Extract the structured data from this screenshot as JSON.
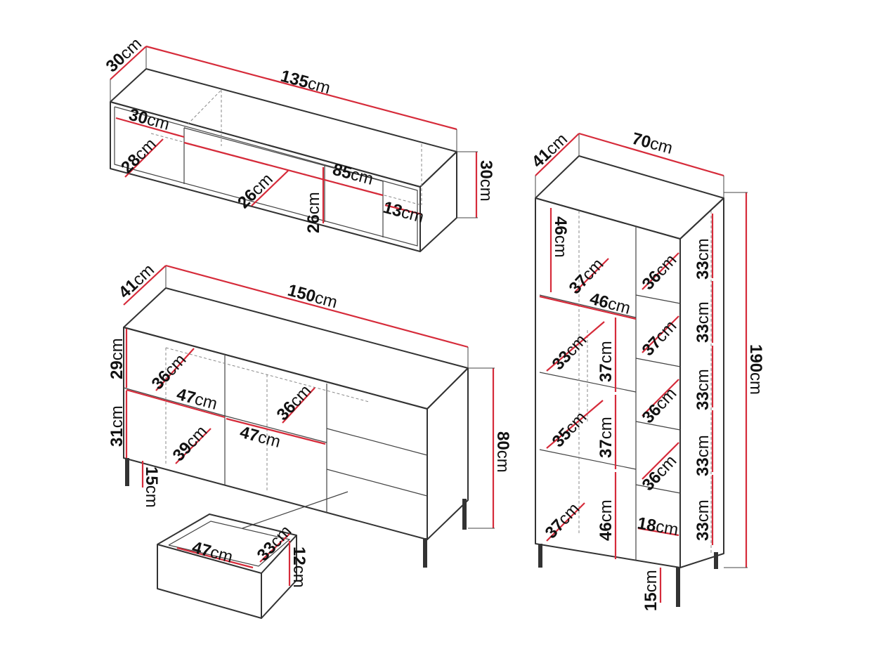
{
  "colors": {
    "dimension": "#d62b3a",
    "outline": "#333333",
    "hidden": "#888888"
  },
  "tv_stand": {
    "depth": "30",
    "width": "135",
    "height": "30",
    "left_niche_width": "30",
    "left_niche_depth": "28",
    "center_depth": "26",
    "center_height": "26",
    "right_width": "85",
    "right_depth": "13"
  },
  "sideboard": {
    "depth": "41",
    "width": "150",
    "height": "80",
    "leg_height": "15",
    "upper_height": "29",
    "lower_height": "31",
    "shelf1_depth": "36",
    "shelf1_width": "47",
    "shelf2_depth": "36",
    "shelf2_width": "47",
    "lower_depth": "39"
  },
  "drawer": {
    "width": "47",
    "depth": "33",
    "height": "12"
  },
  "tall_cabinet": {
    "depth": "41",
    "width": "70",
    "height": "190",
    "leg_height": "15",
    "left_top_height": "46",
    "left_top_depth": "37",
    "left_width": "46",
    "glass_depth_1": "33",
    "glass_height_1": "37",
    "glass_depth_2": "35",
    "glass_height_2": "37",
    "left_bottom_depth": "37",
    "left_bottom_height": "46",
    "right_depth_1": "36",
    "right_height_1": "33",
    "right_depth_2": "37",
    "right_height_2": "33",
    "right_depth_3": "36",
    "right_height_3": "33",
    "right_depth_4": "36",
    "right_height_4": "33",
    "right_bottom_width": "18",
    "right_bottom_height": "33"
  },
  "unit": "cm"
}
